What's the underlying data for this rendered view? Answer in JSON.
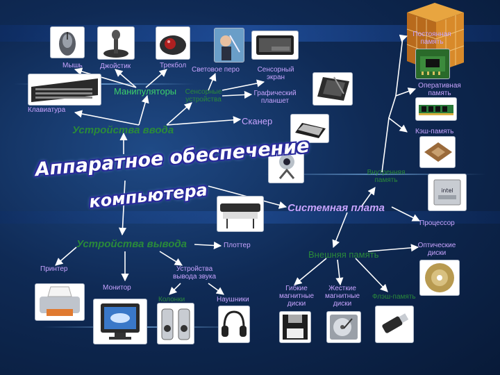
{
  "main_title": "Аппаратное обеспечение",
  "main_title_2": "компьютера",
  "input": {
    "title": "Устройства ввода",
    "mouse": "Мышь",
    "joystick": "Джойстик",
    "trackball": "Трекбол",
    "light_pen": "Световое перо",
    "touchscreen": "Сенсорный экран",
    "manipulators": "Манипуляторы",
    "touchpad": "Сенсорные устройства",
    "tablet": "Графический планшет",
    "keyboard": "Клавиатура",
    "scanner": "Сканер",
    "cameras": "Камеры"
  },
  "motherboard": {
    "title": "Системная плата",
    "long_term": "Постоянная память",
    "ram": "Оперативная память",
    "cache": "Кэш-память",
    "internal": "Внутренняя память",
    "cpu": "Процессор"
  },
  "output": {
    "title": "Устройства вывода",
    "plotter": "Плоттер",
    "printer": "Принтер",
    "monitor": "Монитор",
    "sound": "Устройства вывода звука",
    "speakers": "Колонки",
    "headphones": "Наушники"
  },
  "storage": {
    "title": "Внешняя память",
    "optical": "Оптические диски",
    "floppy": "Гибкие магнитные диски",
    "hdd": "Жесткие магнитные диски",
    "flash": "Флэш-память"
  },
  "colors": {
    "connector": "#ffffff",
    "label_violet": "#c8a4ff",
    "label_green": "#3cd06a",
    "title_outline": "#2a2a9a"
  }
}
